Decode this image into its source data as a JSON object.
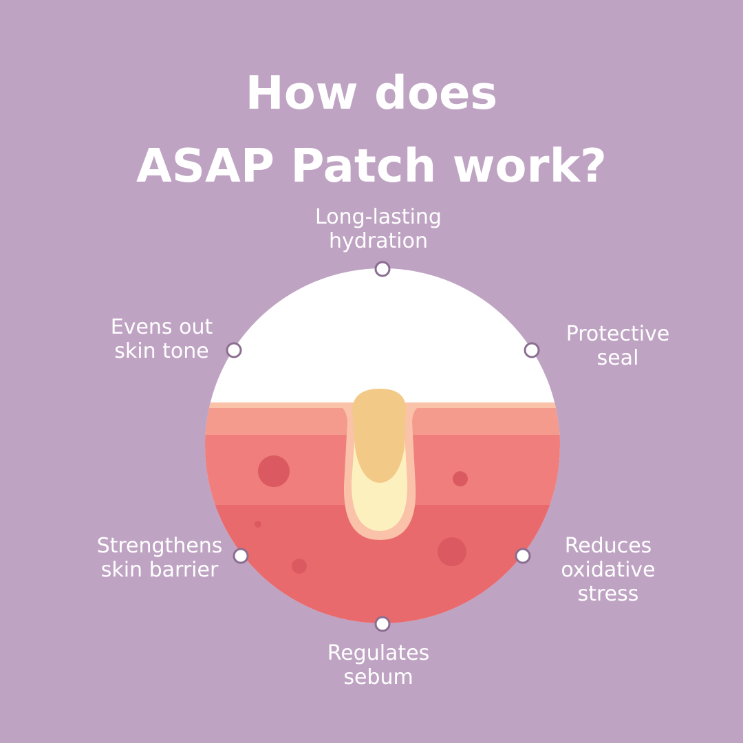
{
  "title": {
    "line1": "How does",
    "line2": "ASAP Patch work?"
  },
  "benefits": {
    "top": {
      "line1": "Long-lasting",
      "line2": "hydration"
    },
    "left_top": {
      "line1": "Evens out",
      "line2": "skin tone"
    },
    "right_top": {
      "line1": "Protective",
      "line2": "seal"
    },
    "left_bottom": {
      "line1": "Strengthens",
      "line2": "skin barrier"
    },
    "right_bottom": {
      "line1": "Reduces",
      "line2": "oxidative",
      "line3": "stress"
    },
    "bottom": {
      "line1": "Regulates",
      "line2": "sebum"
    }
  },
  "colors": {
    "background": "#bfa3c3",
    "patch": "#ffffff",
    "skin_top": "#f49b8e",
    "skin_mid": "#f07e7c",
    "skin_deep": "#e96a6c",
    "follicle_wall": "#fac2a8",
    "sebum": "#f2c987",
    "pus": "#fdf0bf",
    "spots": "#db5960",
    "marker_stroke": "#8a6d90"
  }
}
